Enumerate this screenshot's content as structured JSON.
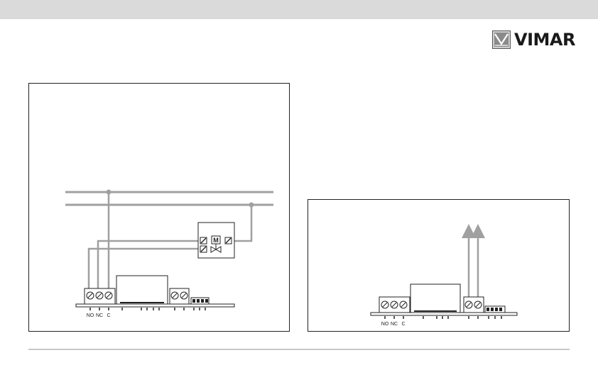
{
  "brand": {
    "name": "VIMAR",
    "logo_icon": "vimar-logo-icon"
  },
  "diagram1": {
    "terminal_labels": [
      "NO",
      "NC",
      "C"
    ],
    "actuator_label": "M"
  },
  "diagram2": {
    "terminal_labels": [
      "NO",
      "NC",
      "C"
    ]
  },
  "colors": {
    "header_bar": "#dadada",
    "wire": "#a0a0a0",
    "rule": "#c8c8c8",
    "outline": "#222222"
  }
}
